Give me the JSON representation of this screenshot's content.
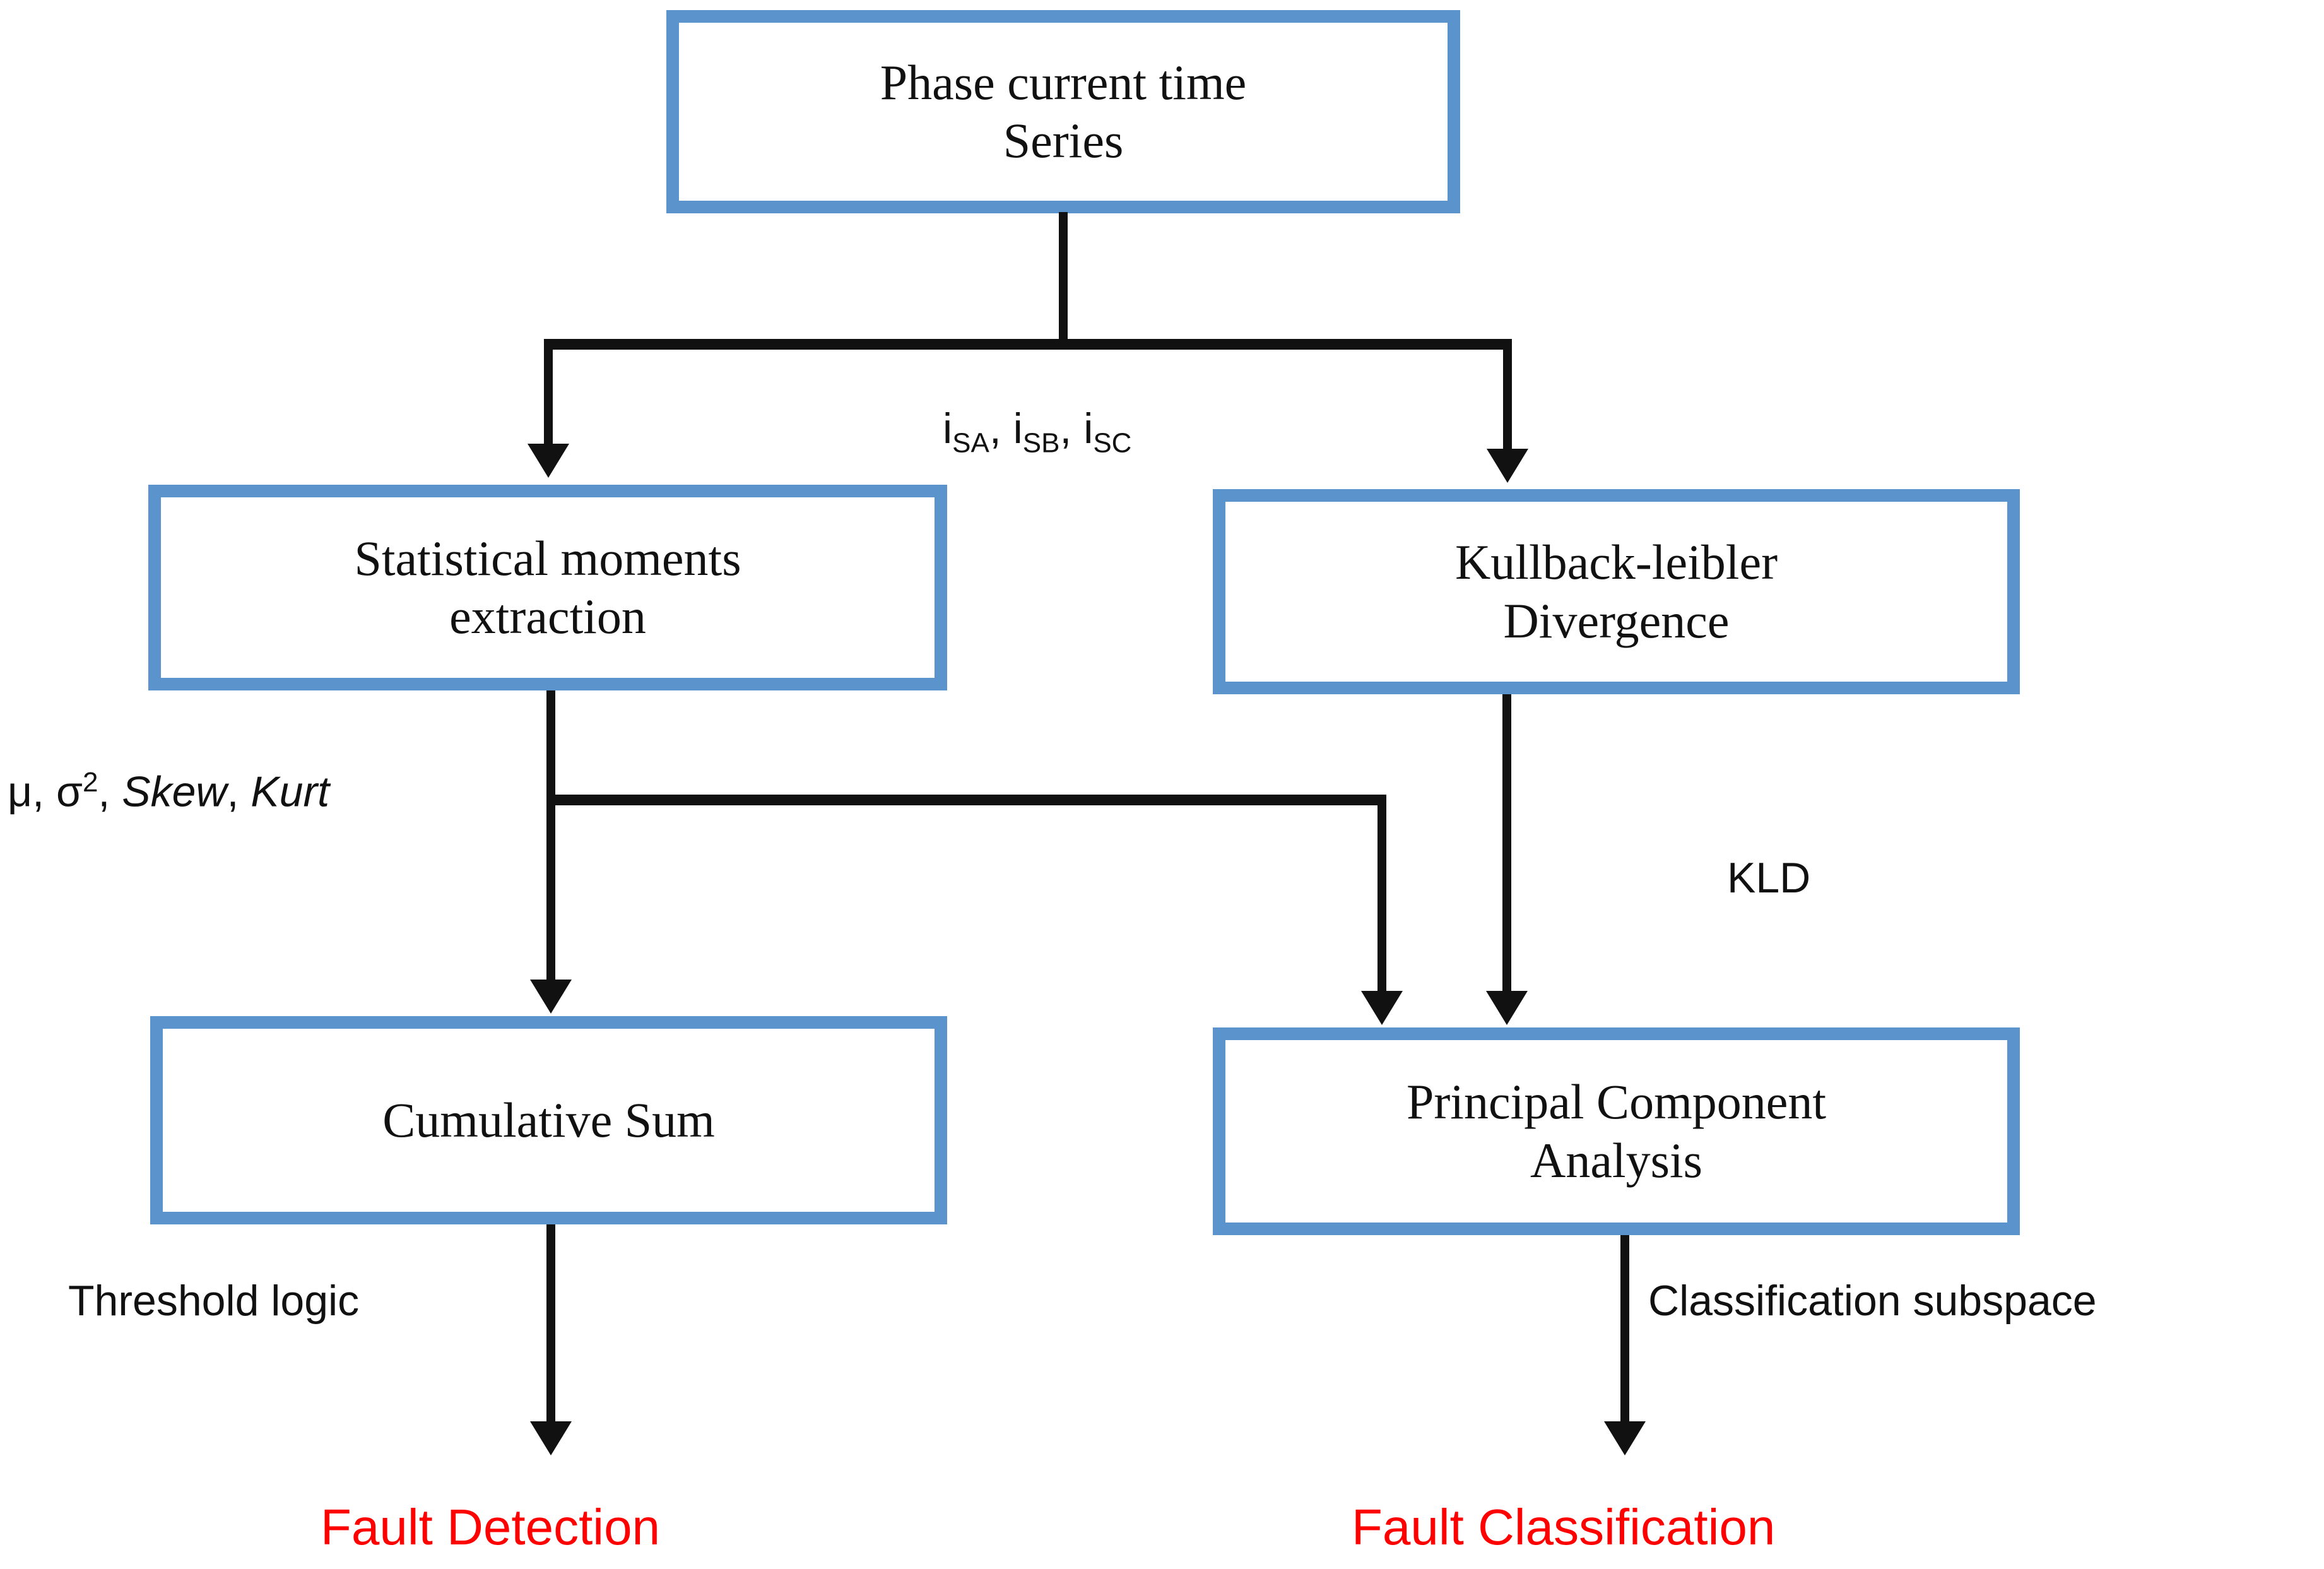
{
  "diagram": {
    "title": "Fault detection and classification signal-processing flowchart",
    "accent_color": "#5B93CC",
    "line_color": "#111111",
    "terminal_color": "#FF0000",
    "background_color": "#FFFFFF"
  },
  "nodes": {
    "source": {
      "label": "Phase current time\nSeries"
    },
    "stats": {
      "label": "Statistical moments\nextraction"
    },
    "kld": {
      "label": "Kullback-leibler\nDivergence"
    },
    "cusum": {
      "label": "Cumulative Sum"
    },
    "pca": {
      "label": "Principal Component\nAnalysis"
    }
  },
  "edge_labels": {
    "currents_prefix": "i",
    "currents_sub_a": "SA",
    "currents_sep1": ", i",
    "currents_sub_b": "SB",
    "currents_sep2": ", i",
    "currents_sub_c": "SC",
    "moments_mu": "μ, σ",
    "moments_sup": "2",
    "moments_comma": ", ",
    "moments_skew": "Skew",
    "moments_comma2": ", ",
    "moments_kurt": "Kurt",
    "kld": "KLD",
    "threshold_logic": "Threshold logic",
    "classification_subspace": "Classification subspace"
  },
  "terminals": {
    "detection": "Fault Detection",
    "classification": "Fault Classification"
  }
}
